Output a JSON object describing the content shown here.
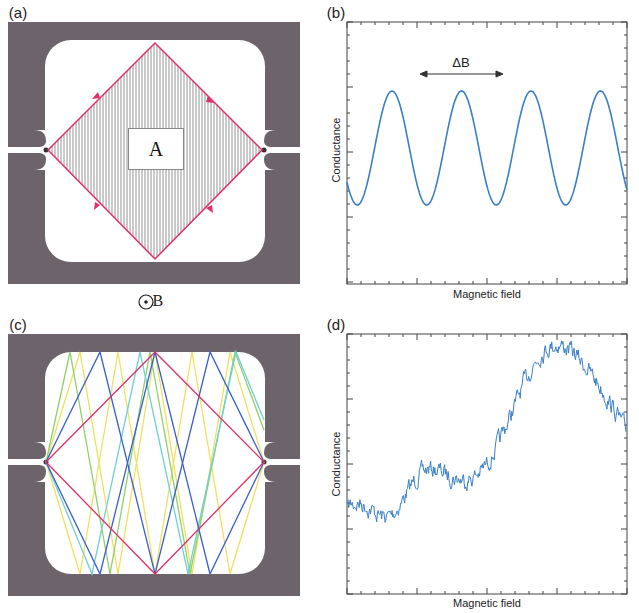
{
  "diagram": {
    "nodes": [
      {
        "text": [
          "A"
        ]
      }
    ],
    "labels": [
      "(a)",
      "(b)",
      "ΔB",
      "Conductance",
      "Magnetic field",
      "B⃗",
      "(c)",
      "(d)",
      "Conductance",
      "Magnetic field"
    ]
  }
}
